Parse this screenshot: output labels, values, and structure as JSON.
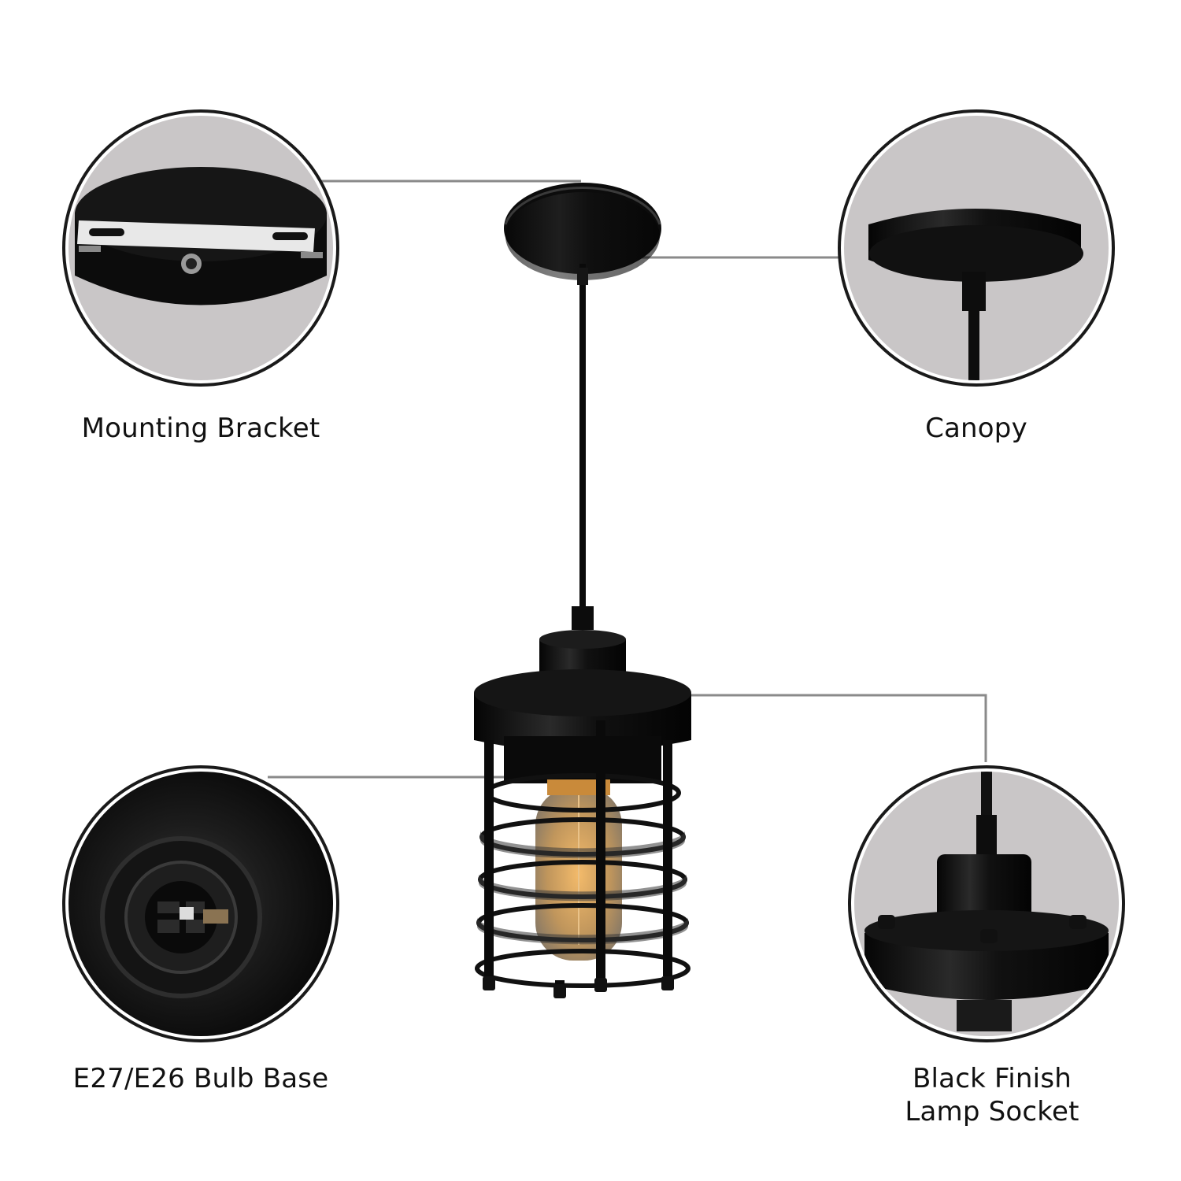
{
  "product": {
    "type": "pendant-light-feature-diagram",
    "colors": {
      "background": "#ffffff",
      "circle_background": "#c9c6c7",
      "circle_border": "#1a1a1a",
      "leader_line": "#8a8a8a",
      "fixture_black": "#0d0d0d",
      "bulb_amber": "#d98a2b",
      "bracket_silver": "#e8e8e8"
    }
  },
  "callouts": [
    {
      "id": "mounting-bracket",
      "label": "Mounting Bracket"
    },
    {
      "id": "canopy",
      "label": "Canopy"
    },
    {
      "id": "bulb-base",
      "label": "E27/E26 Bulb Base"
    },
    {
      "id": "lamp-socket",
      "label_line1": "Black Finish",
      "label_line2": "Lamp Socket"
    }
  ]
}
